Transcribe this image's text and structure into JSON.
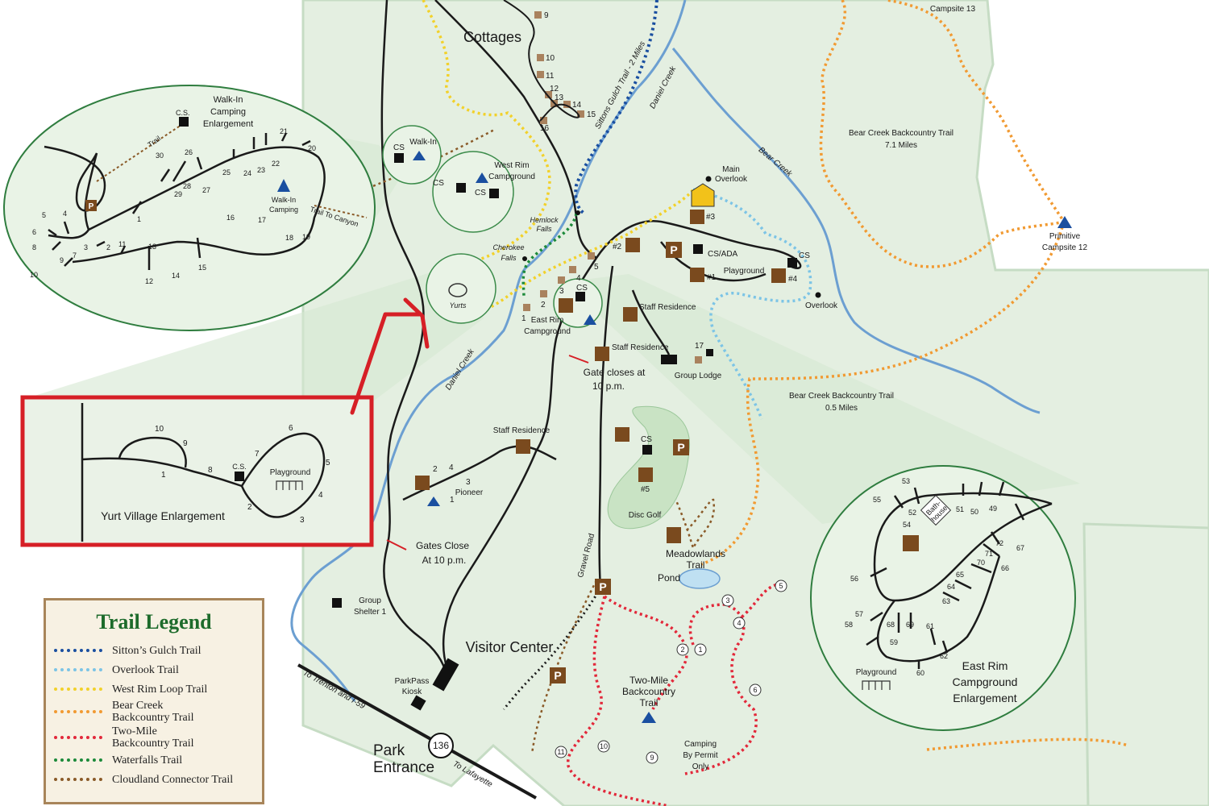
{
  "map": {
    "colors": {
      "park_fill": "#e4efe1",
      "park_border": "#c6dcc4",
      "creek": "#6c9fd1",
      "road": "#1a1a1a",
      "sittons": "#1a4fa0",
      "overlook": "#7cc4e6",
      "west_rim": "#f2d12a",
      "bear_creek": "#f19a32",
      "two_mile": "#e2283a",
      "waterfalls": "#1c8a3a",
      "cloudland": "#8a5a28",
      "sign_brown": "#7a4a1e",
      "annotation_red": "#d61f26"
    },
    "labels": {
      "cottages": "Cottages",
      "sittons_gulch_trail": "Sittons Gulch Trail - 2 Miles",
      "daniel_creek_north": "Daniel Creek",
      "daniel_creek_south": "Daniel Creek",
      "bear_creek": "Bear Creek",
      "bear_creek_backcountry_7": "Bear Creek Backcountry Trail",
      "bear_creek_backcountry_7_dist": "7.1 Miles",
      "bear_creek_backcountry_05": "Bear Creek Backcountry Trail",
      "bear_creek_backcountry_05_dist": "0.5 Miles",
      "campsite_13": "Campsite 13",
      "primitive_campsite_12_a": "Primitive",
      "primitive_campsite_12_b": "Campsite 12",
      "main_overlook_a": "Main",
      "main_overlook_b": "Overlook",
      "overlook": "Overlook",
      "cs_ada": "CS/ADA",
      "cs": "CS",
      "playground": "Playground",
      "staff_residence": "Staff Residence",
      "group_lodge": "Group Lodge",
      "gate_closes_a": "Gate closes at",
      "gate_closes_b": "10 p.m.",
      "gates_close_a": "Gates Close",
      "gates_close_b": "At 10 p.m.",
      "east_rim_campground_a": "East Rim",
      "east_rim_campground_b": "Campground",
      "west_rim_campground_a": "West Rim",
      "west_rim_campground_b": "Campground",
      "walk_in": "Walk-In",
      "yurts": "Yurts",
      "hemlock_falls_a": "Hemlock",
      "hemlock_falls_b": "Falls",
      "cherokee_falls_a": "Cherokee",
      "cherokee_falls_b": "Falls",
      "pioneer": "Pioneer",
      "disc_golf": "Disc Golf",
      "meadowlands_trail_a": "Meadowlands",
      "meadowlands_trail_b": "Trail",
      "pond": "Pond",
      "gravel_road": "Gravel Road",
      "visitor_center": "Visitor Center",
      "parkpass_kiosk_a": "ParkPass",
      "parkpass_kiosk_b": "Kiosk",
      "park_entrance_a": "Park",
      "park_entrance_b": "Entrance",
      "route_136": "136",
      "to_trenton": "To Trenton and I-59",
      "to_lafayette": "To Lafayette",
      "group_shelter_a": "Group",
      "group_shelter_b": "Shelter 1",
      "two_mile_a": "Two-Mile",
      "two_mile_b": "Backcountry",
      "two_mile_c": "Trail",
      "camping_permit_a": "Camping",
      "camping_permit_b": "By Permit",
      "camping_permit_c": "Only",
      "site_3": "#3",
      "site_2": "#2",
      "site_1": "#1",
      "site_4": "#4",
      "site_5": "#5",
      "cottage_9": "9",
      "cottage_10": "10",
      "cottage_11": "11",
      "cottage_12": "12",
      "cottage_13": "13",
      "cottage_14": "14",
      "cottage_15": "15",
      "cottage_16": "16",
      "yurt_1": "1",
      "yurt_2": "2",
      "yurt_3": "3",
      "yurt_4": "4",
      "yurt_5": "5",
      "lodge_17": "17",
      "pioneer_1": "1",
      "pioneer_2": "2",
      "pioneer_3": "3",
      "pioneer_4": "4"
    },
    "two_mile_markers": [
      "1",
      "2",
      "3",
      "4",
      "5",
      "6",
      "9",
      "10",
      "11"
    ],
    "walk_in_enlargement": {
      "title_a": "Walk-In",
      "title_b": "Camping",
      "title_c": "Enlargement",
      "cs": "C.S.",
      "trail": "Trail",
      "trail_to_canyon": "Trail To Canyon",
      "camping_a": "Walk-In",
      "camping_b": "Camping",
      "sites": [
        "1",
        "2",
        "3",
        "4",
        "5",
        "6",
        "7",
        "8",
        "9",
        "10",
        "11",
        "12",
        "13",
        "14",
        "15",
        "16",
        "17",
        "18",
        "19",
        "20",
        "21",
        "22",
        "23",
        "24",
        "25",
        "26",
        "27",
        "28",
        "29",
        "30"
      ]
    },
    "yurt_enlargement": {
      "title": "Yurt Village Enlargement",
      "cs": "C.S.",
      "playground": "Playground",
      "sites": [
        "1",
        "2",
        "3",
        "4",
        "5",
        "6",
        "7",
        "8",
        "9",
        "10"
      ]
    },
    "east_rim_enlargement": {
      "title_a": "East Rim",
      "title_b": "Campground",
      "title_c": "Enlargement",
      "bathhouse_a": "Bath-",
      "bathhouse_b": "house",
      "playground": "Playground",
      "sites": [
        "49",
        "50",
        "51",
        "52",
        "53",
        "54",
        "55",
        "56",
        "57",
        "58",
        "59",
        "60",
        "61",
        "62",
        "63",
        "64",
        "65",
        "66",
        "67",
        "68",
        "69",
        "70",
        "71",
        "72"
      ]
    }
  },
  "legend": {
    "title": "Trail Legend",
    "items": [
      {
        "label": "Sitton’s Gulch Trail",
        "color": "#1a4fa0"
      },
      {
        "label": "Overlook Trail",
        "color": "#7cc4e6"
      },
      {
        "label": "West Rim Loop Trail",
        "color": "#f2d12a"
      },
      {
        "label": "Bear Creek Backcountry Trail",
        "color": "#f19a32"
      },
      {
        "label": "Two-Mile Backcountry Trail",
        "color": "#e2283a"
      },
      {
        "label": "Waterfalls Trail",
        "color": "#1c8a3a"
      },
      {
        "label": "Cloudland Connector Trail",
        "color": "#8a5a28"
      }
    ]
  }
}
